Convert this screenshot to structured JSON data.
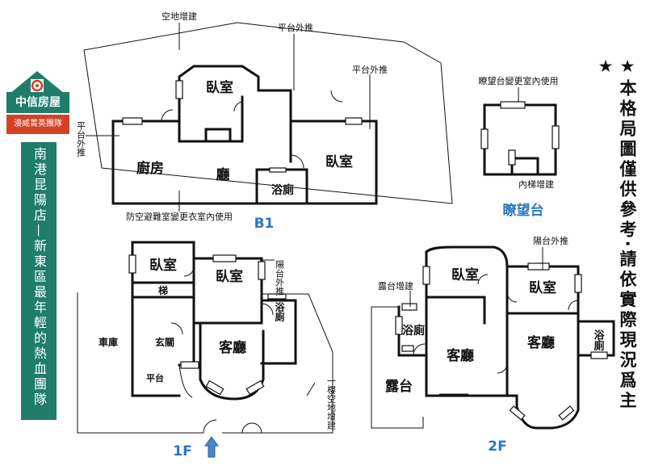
{
  "brand": {
    "name": "中信房屋",
    "team": "漫威菁英團隊",
    "store": "南港昆陽店—新東區最年輕的熱血團隊"
  },
  "disclaimer": "★本格局圖僅供參考‧請依實際現況爲主★",
  "floors": {
    "b1": {
      "title": "B1",
      "notes": {
        "yard": "空地增建",
        "bal_top": "平台外推",
        "bal_right": "平台外推",
        "bal_left": "平台外推",
        "shelter": "防空避難室變更衣室內使用"
      },
      "rooms": {
        "bed1": "臥室",
        "bed2": "臥室",
        "kitchen": "廚房",
        "living": "廳",
        "bath": "浴廁"
      }
    },
    "lookout": {
      "title": "瞭望台",
      "notes": {
        "change": "瞭望台變更室內使用",
        "stair": "內梯增建"
      }
    },
    "f1": {
      "title": "1F",
      "notes": {
        "bal": "陽台外推",
        "yard": "一樓空地增建"
      },
      "rooms": {
        "bed1": "臥室",
        "bed2": "臥室",
        "stair": "梯",
        "garage": "車庫",
        "foyer": "玄關",
        "living": "客廳",
        "bath": "浴廁",
        "terrace": "平台"
      }
    },
    "f2": {
      "title": "2F",
      "notes": {
        "bal": "陽台外推",
        "terrace_add": "露台增建"
      },
      "rooms": {
        "bed1": "臥室",
        "bed2": "臥室",
        "bath1": "浴廁",
        "bath2": "浴廁",
        "living1": "客廳",
        "living2": "客廳",
        "terrace": "露台"
      }
    }
  },
  "colors": {
    "brand_green": "#1f7d6a",
    "brand_red": "#d24326",
    "floor_label_blue": "#2a78c2"
  }
}
